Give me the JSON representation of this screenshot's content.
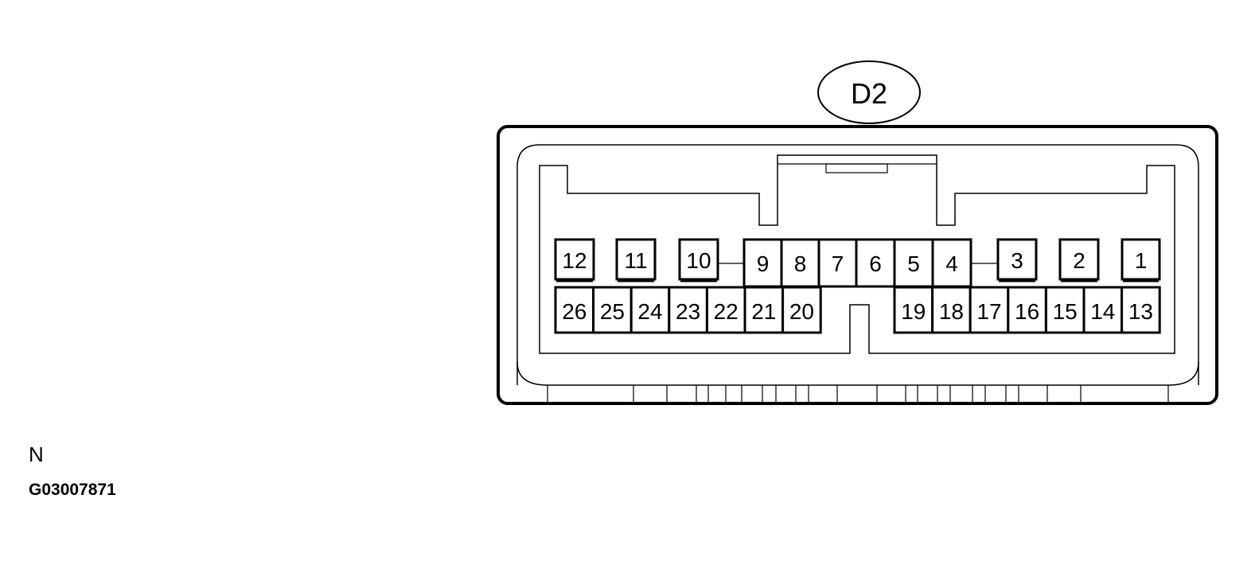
{
  "connector": {
    "label": "D2"
  },
  "pins": {
    "upper": [
      {
        "id": 12,
        "label": "12",
        "style": "tab"
      },
      {
        "id": 11,
        "label": "11",
        "style": "tab"
      },
      {
        "id": 10,
        "label": "10",
        "style": "tab"
      },
      {
        "id": 9,
        "label": "9",
        "style": "block"
      },
      {
        "id": 8,
        "label": "8",
        "style": "block"
      },
      {
        "id": 7,
        "label": "7",
        "style": "block"
      },
      {
        "id": 6,
        "label": "6",
        "style": "block"
      },
      {
        "id": 5,
        "label": "5",
        "style": "block"
      },
      {
        "id": 4,
        "label": "4",
        "style": "block"
      },
      {
        "id": 3,
        "label": "3",
        "style": "tab"
      },
      {
        "id": 2,
        "label": "2",
        "style": "tab"
      },
      {
        "id": 1,
        "label": "1",
        "style": "tab"
      }
    ],
    "lower": [
      {
        "id": 26,
        "label": "26"
      },
      {
        "id": 25,
        "label": "25"
      },
      {
        "id": 24,
        "label": "24"
      },
      {
        "id": 23,
        "label": "23"
      },
      {
        "id": 22,
        "label": "22"
      },
      {
        "id": 21,
        "label": "21"
      },
      {
        "id": 20,
        "label": "20"
      },
      {
        "id": 19,
        "label": "19"
      },
      {
        "id": 18,
        "label": "18"
      },
      {
        "id": 17,
        "label": "17"
      },
      {
        "id": 16,
        "label": "16"
      },
      {
        "id": 15,
        "label": "15"
      },
      {
        "id": 14,
        "label": "14"
      },
      {
        "id": 13,
        "label": "13"
      }
    ]
  },
  "side_letter": "N",
  "figure_id": "G03007871",
  "colors": {
    "stroke": "#000000",
    "background": "#ffffff"
  }
}
